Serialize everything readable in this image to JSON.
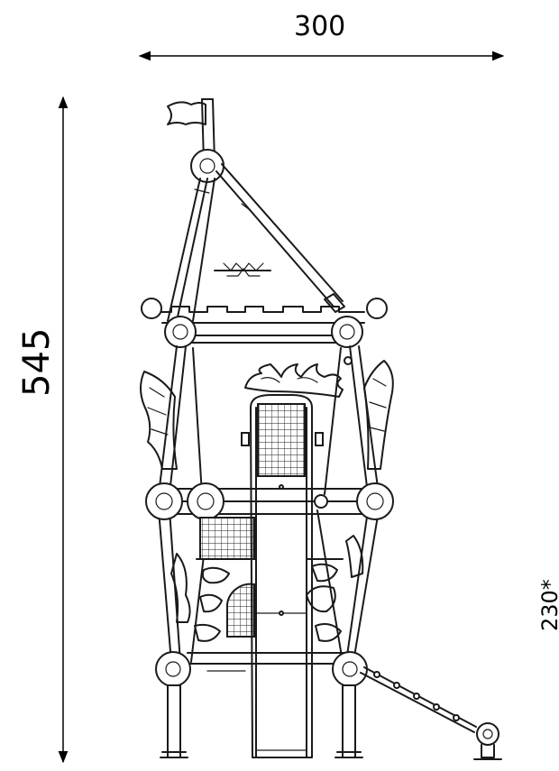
{
  "dimensions": {
    "width": "300",
    "height": "545",
    "side": "230*"
  }
}
